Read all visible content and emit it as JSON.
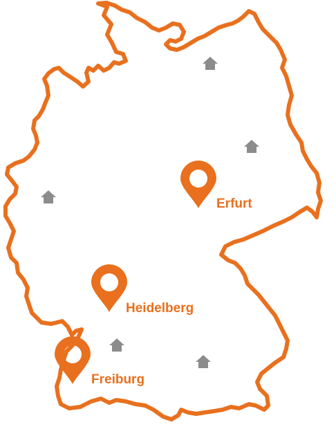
{
  "map": {
    "colors": {
      "border": "#e8701e",
      "marker": "#e8701e",
      "label": "#e8701e",
      "house": "#8c8c8c",
      "background": "#ffffff"
    },
    "marker_icon": "location-pin-icon",
    "house_icon": "house-icon",
    "cities": [
      {
        "id": "erfurt",
        "label": "Erfurt"
      },
      {
        "id": "heidelberg",
        "label": "Heidelberg"
      },
      {
        "id": "freiburg",
        "label": "Freiburg"
      }
    ],
    "house_markers": [
      {
        "id": "north"
      },
      {
        "id": "east"
      },
      {
        "id": "west"
      },
      {
        "id": "south-center"
      },
      {
        "id": "south-east"
      }
    ]
  }
}
